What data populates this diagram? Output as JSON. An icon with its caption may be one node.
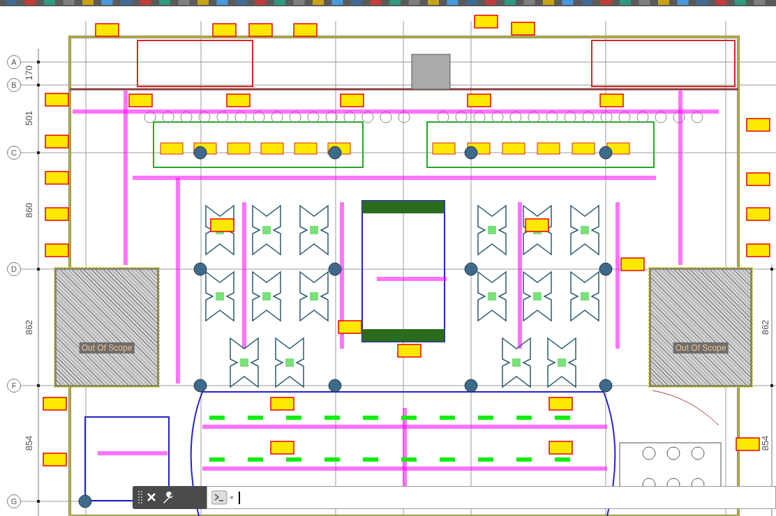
{
  "diagram": {
    "nodes": [
      {
        "text": [
          "Out Of Scope"
        ]
      },
      {
        "text": [
          "Out Of Scope"
        ]
      }
    ],
    "labels": [
      "A",
      "B",
      "C",
      "D",
      "F",
      "G",
      "170",
      "501",
      "860",
      "862",
      "854",
      "862",
      "854"
    ]
  }
}
